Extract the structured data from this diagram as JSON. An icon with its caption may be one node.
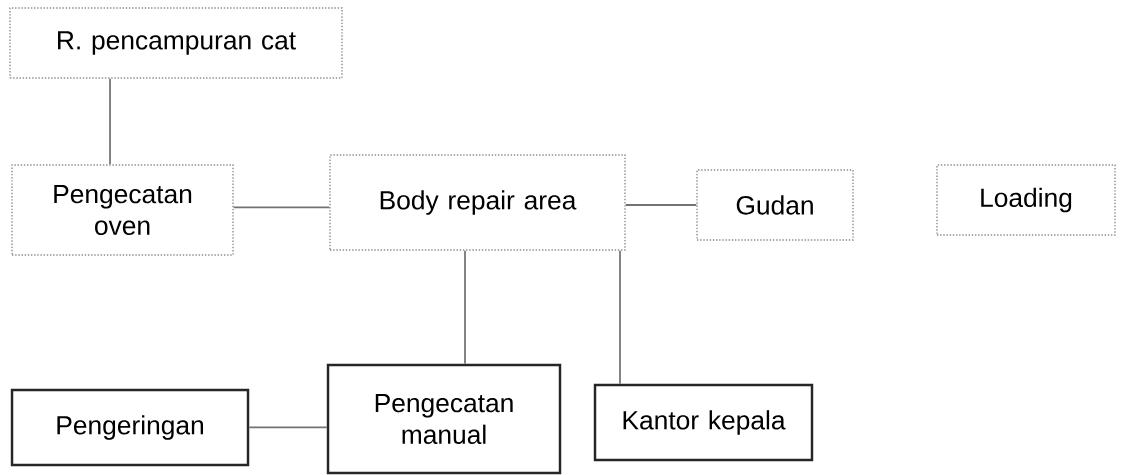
{
  "diagram": {
    "nodes": [
      {
        "text": [
          "R. pencampuran cat"
        ]
      },
      {
        "text": [
          "Pengecatan oven"
        ]
      },
      {
        "text": [
          "Body repair area"
        ]
      },
      {
        "text": [
          "Gudan"
        ]
      },
      {
        "text": [
          "Loading"
        ]
      },
      {
        "text": [
          "Pengeringan"
        ]
      },
      {
        "text": [
          "Pengecatan manual"
        ]
      },
      {
        "text": [
          "Kantor kepala"
        ]
      }
    ],
    "edges": [
      {
        "from": 0,
        "to": 1,
        "arrow": "none"
      },
      {
        "from": 1,
        "to": 2,
        "arrow": "none"
      },
      {
        "from": 2,
        "to": 3,
        "arrow": "none"
      },
      {
        "from": 2,
        "to": 6,
        "arrow": "none"
      },
      {
        "from": 2,
        "to": 7,
        "arrow": "none"
      },
      {
        "from": 5,
        "to": 6,
        "arrow": "none"
      }
    ]
  }
}
